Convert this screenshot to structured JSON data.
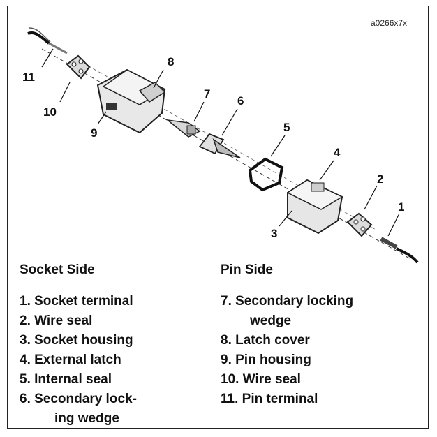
{
  "figure_id": "a0266x7x",
  "callouts": [
    "1",
    "2",
    "3",
    "4",
    "5",
    "6",
    "7",
    "8",
    "9",
    "10",
    "11"
  ],
  "legend": {
    "socket_side": {
      "heading": "Socket Side",
      "items": [
        "1. Socket terminal",
        "2. Wire seal",
        "3. Socket housing",
        "4. External latch",
        "5. Internal seal",
        "6. Secondary lock-"
      ],
      "continuation": "ing wedge"
    },
    "pin_side": {
      "heading": "Pin Side",
      "items_before": [
        "7. Secondary locking"
      ],
      "continuation": "wedge",
      "items_after": [
        "8. Latch cover",
        "9. Pin housing",
        "10. Wire seal",
        "11. Pin terminal"
      ]
    }
  }
}
